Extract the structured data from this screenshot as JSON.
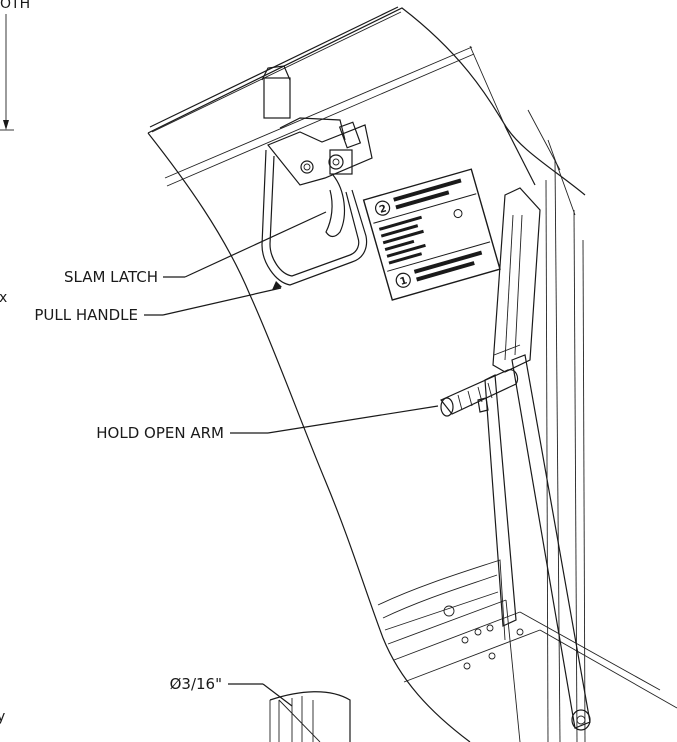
{
  "labels": {
    "slam_latch": "SLAM LATCH",
    "pull_handle": "PULL HANDLE",
    "hold_open_arm": "HOLD OPEN ARM",
    "diameter": "Ø3/16\"",
    "top_left_partial": "OTH",
    "left_partial_x": "x",
    "left_partial_y": "y"
  },
  "placard": {
    "step_top": "2",
    "step_bottom": "1"
  }
}
